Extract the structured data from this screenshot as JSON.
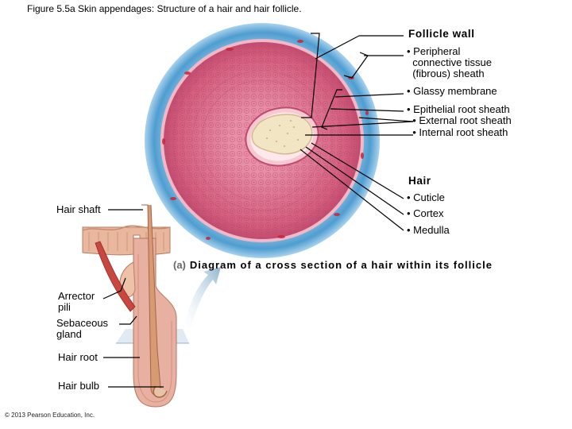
{
  "figure_title": "Figure 5.5a Skin appendages: Structure of a hair and hair follicle.",
  "follicle_labels": {
    "heading": "Follicle wall",
    "peripheral": "• Peripheral\n  connective tissue\n  (fibrous) sheath",
    "glassy": "• Glassy membrane",
    "epithelial": "• Epithelial root sheath",
    "external": "  • External root sheath",
    "internal": "  • Internal root sheath"
  },
  "hair_labels": {
    "heading": "Hair",
    "cuticle": "• Cuticle",
    "cortex": "• Cortex",
    "medulla": "• Medulla"
  },
  "left_labels": {
    "hair_shaft": "Hair shaft",
    "arrector_pili": "Arrector\npili",
    "sebaceous_gland": "Sebaceous\ngland",
    "hair_root": "Hair root",
    "hair_bulb": "Hair bulb"
  },
  "caption": {
    "tag": "(a)",
    "text": "Diagram of a cross section of a hair within its follicle"
  },
  "copyright": "© 2013 Pearson Education, Inc.",
  "colors": {
    "fibrous_sheath": "#4f9dd0",
    "external_root_sheath": "#d05a7a",
    "internal_root_sheath": "#f4c6cf",
    "hair_cortex": "#f1e5c4",
    "skin": "#e9b69e"
  }
}
